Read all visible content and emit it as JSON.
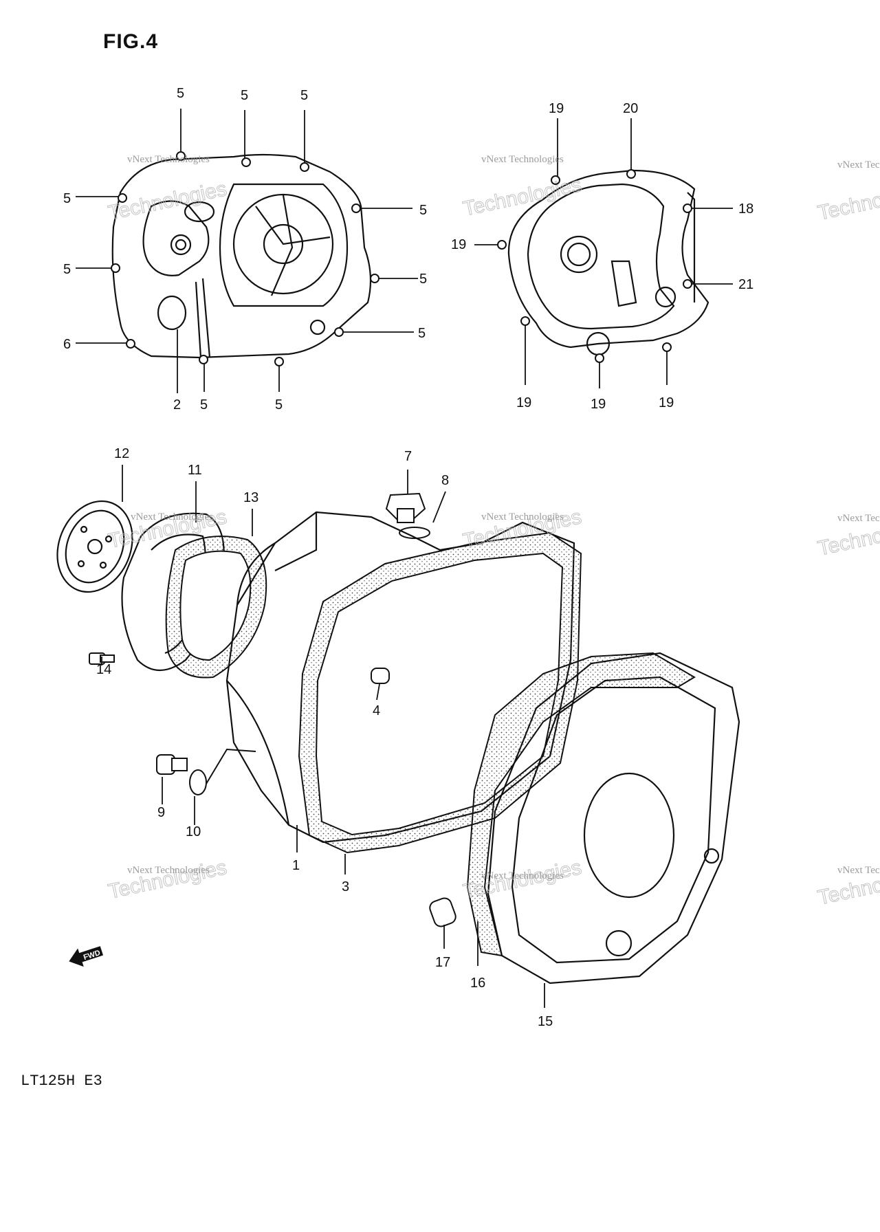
{
  "figure": {
    "title": "FIG.4",
    "model": "LT125H E3",
    "fwd_label": "FWD"
  },
  "watermark": {
    "line1": "vNext Technologies",
    "line2": "Technologies",
    "line0": "vNext"
  },
  "callouts": {
    "c2": "2",
    "c5": "5",
    "c6": "6",
    "c18": "18",
    "c19": "19",
    "c20": "20",
    "c21": "21",
    "c1": "1",
    "c3": "3",
    "c4": "4",
    "c7": "7",
    "c8": "8",
    "c9": "9",
    "c10": "10",
    "c11": "11",
    "c12": "12",
    "c13": "13",
    "c14": "14",
    "c15": "15",
    "c16": "16",
    "c17": "17"
  },
  "colors": {
    "ink": "#111111",
    "gasket_dots": "#444444",
    "watermark": "#9a9a9a"
  }
}
